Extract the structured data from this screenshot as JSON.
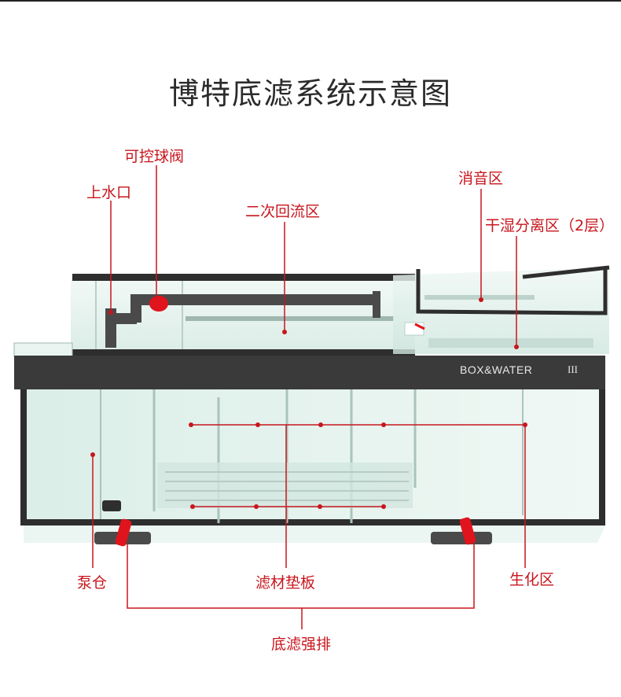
{
  "title": "博特底滤系统示意图",
  "brand": "BOX&WATER",
  "model_mark": "III",
  "labels": {
    "ball_valve": "可控球阀",
    "water_inlet": "上水口",
    "secondary_return": "二次回流区",
    "silencer": "消音区",
    "dry_wet_zone": "干湿分离区（2层）",
    "pump_chamber": "泵仓",
    "filter_plate": "滤材垫板",
    "bio_zone": "生化区",
    "bottom_drain": "底滤强排"
  },
  "colors": {
    "label": "#c8161d",
    "title": "#2b2b2b",
    "frame": "#3a3a3a",
    "glass": "#dff0ea",
    "valve": "#e0141c"
  }
}
